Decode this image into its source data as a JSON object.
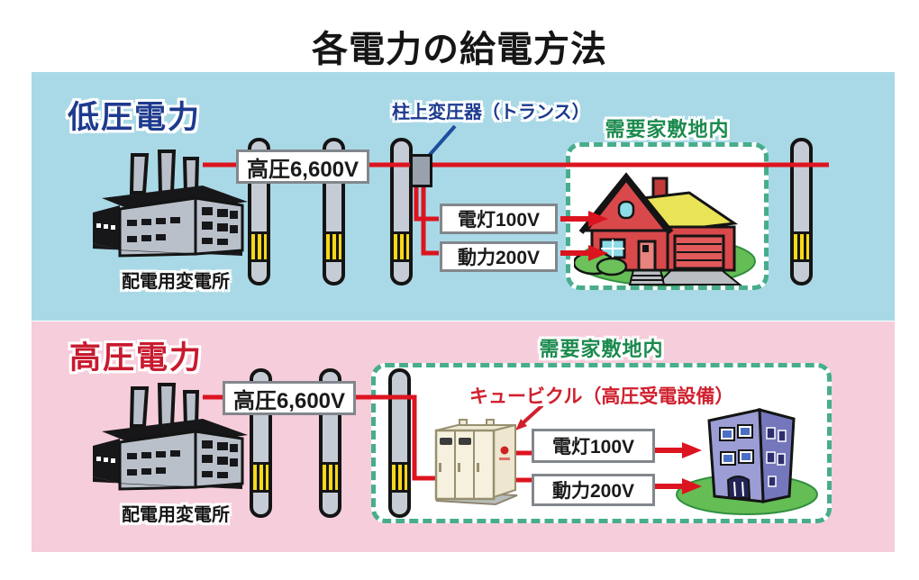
{
  "title": "各電力の給電方法",
  "colors": {
    "low_panel_bg": "#a9d9e6",
    "high_panel_bg": "#f6cdda",
    "low_heading_blue": "#1d3a8e",
    "high_heading_red": "#c81a2e",
    "power_line_red": "#dc1420",
    "premises_text_green": "#1b8a4e",
    "premises_border_green": "#47ad8d",
    "pointer_blue": "#1d4f9e",
    "cubicle_label_red": "#d0202e",
    "pole_band_yellow": "#f6d818"
  },
  "low_voltage": {
    "heading": "低圧電力",
    "substation_label": "配電用変電所",
    "line_voltage": "高圧6,600V",
    "transformer_label": "柱上変圧器（トランス）",
    "premises_label": "需要家敷地内",
    "lighting_voltage": "電灯100V",
    "motive_voltage": "動力200V"
  },
  "high_voltage": {
    "heading": "高圧電力",
    "substation_label": "配電用変電所",
    "line_voltage": "高圧6,600V",
    "cubicle_label": "キュービクル（高圧受電設備）",
    "premises_label": "需要家敷地内",
    "lighting_voltage": "電灯100V",
    "motive_voltage": "動力200V"
  }
}
